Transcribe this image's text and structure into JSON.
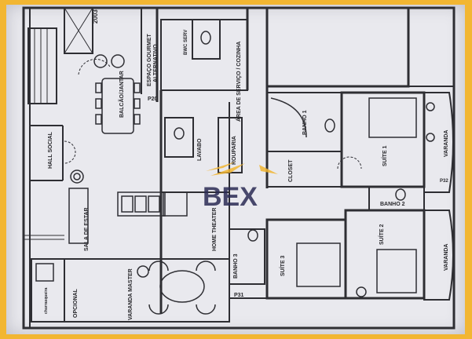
{
  "plan": {
    "unit_number": "2003",
    "rooms": {
      "espaco_gourmet": "ESPAÇO GOURMET",
      "alternativo": "ALTERNATIVO",
      "bwc_serv": "BWC SERV",
      "area_servico": "ÁREA DE SERVIÇO / COZINHA",
      "balcao_jantar": "BALCÃO/JANTAR",
      "p20": "P20",
      "banho1": "BANHO 1",
      "hall_social": "HALL SOCIAL",
      "lavabo": "LAVABO",
      "rouparia": "ROUPARIA",
      "closet": "CLOSET",
      "suite1": "SUÍTE 1",
      "p32": "P32",
      "varanda_top": "VARANDA",
      "sala_estar": "SALA DE ESTAR",
      "home_theater": "HOME THEATER",
      "banho2": "BANHO 2",
      "suite2": "SUÍTE 2",
      "varanda_bottom": "VARANDA",
      "banho3": "BANHO 3",
      "suite3": "SUÍTE 3",
      "p31": "P31",
      "varanda_master": "VARANDA MASTER",
      "opcional": "OPCIONAL",
      "churrasqueira": "churrasqueira"
    }
  },
  "watermark": {
    "brand": "BEX",
    "accent_color": "#f2b632",
    "dark_color": "#2b2b55"
  },
  "frame": {
    "border_color": "#f2b632"
  }
}
